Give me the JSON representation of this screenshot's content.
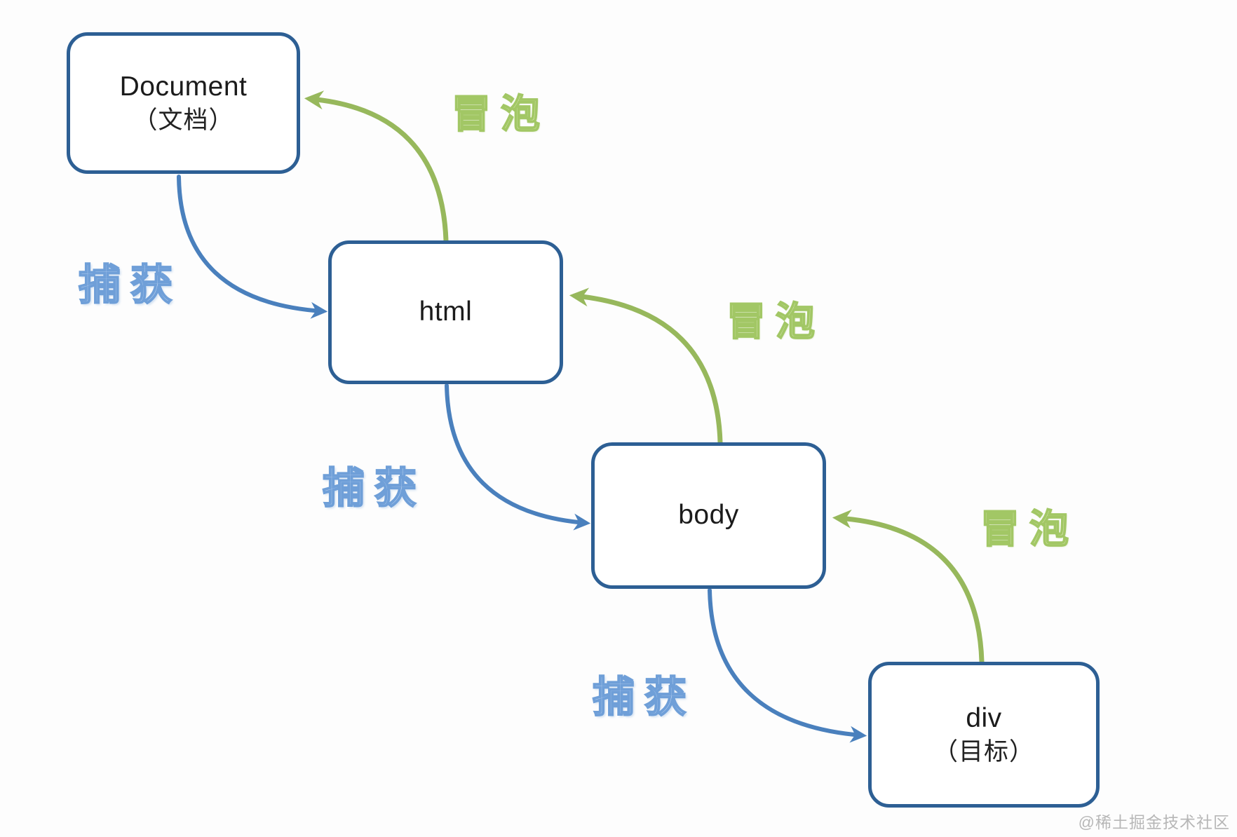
{
  "diagram": {
    "nodes": [
      {
        "id": "document",
        "title": "Document",
        "subtitle": "（文档）"
      },
      {
        "id": "html",
        "title": "html",
        "subtitle": ""
      },
      {
        "id": "body",
        "title": "body",
        "subtitle": ""
      },
      {
        "id": "div",
        "title": "div",
        "subtitle": "（目标）"
      }
    ],
    "edge_labels": {
      "capture": "捕获",
      "bubble": "冒泡"
    },
    "colors": {
      "box_border": "#2d5f94",
      "capture_arrow": "#4a80bd",
      "bubble_arrow": "#97b85c",
      "capture_label": "#b6cfef",
      "bubble_label": "#d7e7b2"
    },
    "watermark": "@稀土掘金技术社区"
  }
}
